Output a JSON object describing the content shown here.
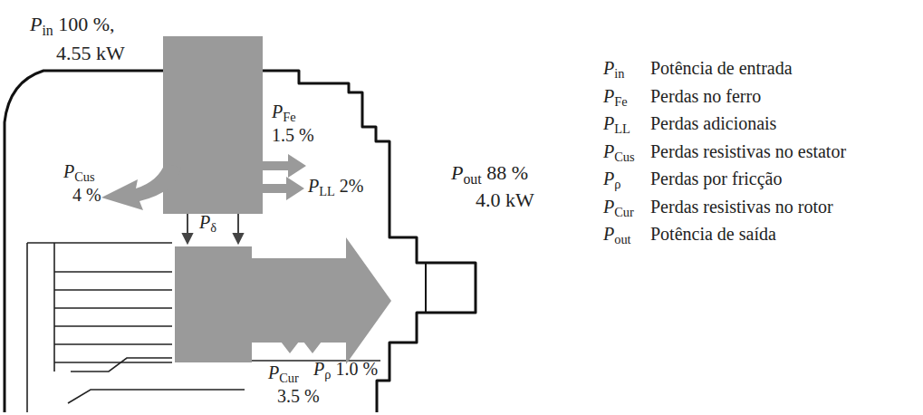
{
  "diagram": {
    "labels": [
      "Pin 100 %,",
      "4.55 kW",
      "PCus",
      "4 %",
      "PFe",
      "1.5 %",
      "PLL 2%",
      "Pδ",
      "Pout 88 %",
      "4.0 kW",
      "PCur",
      "3.5 %",
      "Pρ 1.0 %",
      "Pin",
      "Potência de entrada",
      "PFe",
      "Perdas no ferro",
      "PLL",
      "Perdas adicionais",
      "PCus",
      "Perdas resistivas no estator",
      "Pρ",
      "Perdas por fricção",
      "PCur",
      "Perdas resistivas no rotor",
      "Pout",
      "Potência de saída"
    ]
  }
}
